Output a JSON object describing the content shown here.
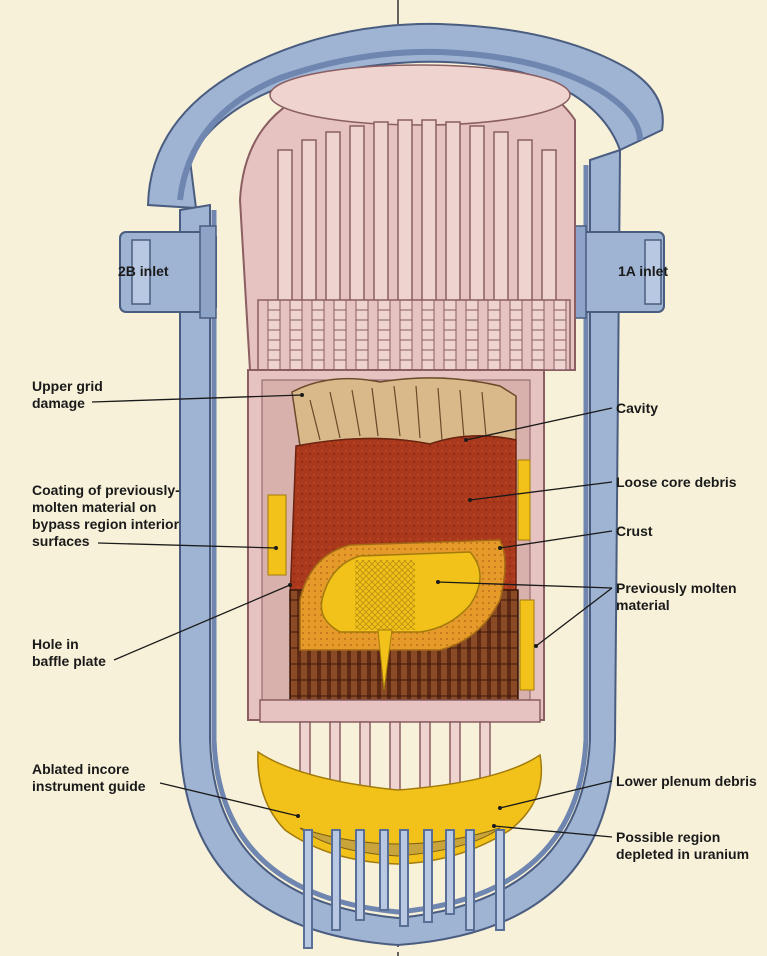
{
  "labels": {
    "inlet_2b": "2B inlet",
    "inlet_1a": "1A inlet",
    "upper_grid_damage": [
      "Upper grid",
      "damage"
    ],
    "cavity": "Cavity",
    "coating": [
      "Coating of previously-",
      "molten material on",
      "bypass region interior",
      "surfaces"
    ],
    "loose_core_debris": "Loose core debris",
    "crust": "Crust",
    "previously_molten": [
      "Previously molten",
      "material"
    ],
    "hole_in_baffle": [
      "Hole in",
      "baffle plate"
    ],
    "ablated_incore": [
      "Ablated incore",
      "instrument guide"
    ],
    "lower_plenum_debris": "Lower plenum debris",
    "possible_region": [
      "Possible region",
      "depleted in uranium"
    ]
  },
  "colors": {
    "background": "#f7f1d9",
    "vessel_steel": "#9fb3d3",
    "vessel_shadow": "#6f86b0",
    "internals_pink": "#e6c3c0",
    "internals_line": "#8a5e62",
    "debris_rust": "#a9381c",
    "molten_yellow": "#f2c21a",
    "crust_orange": "#e59a2a",
    "fuel_brown": "#5e2a14",
    "cavity_tan": "#d9b98a"
  }
}
